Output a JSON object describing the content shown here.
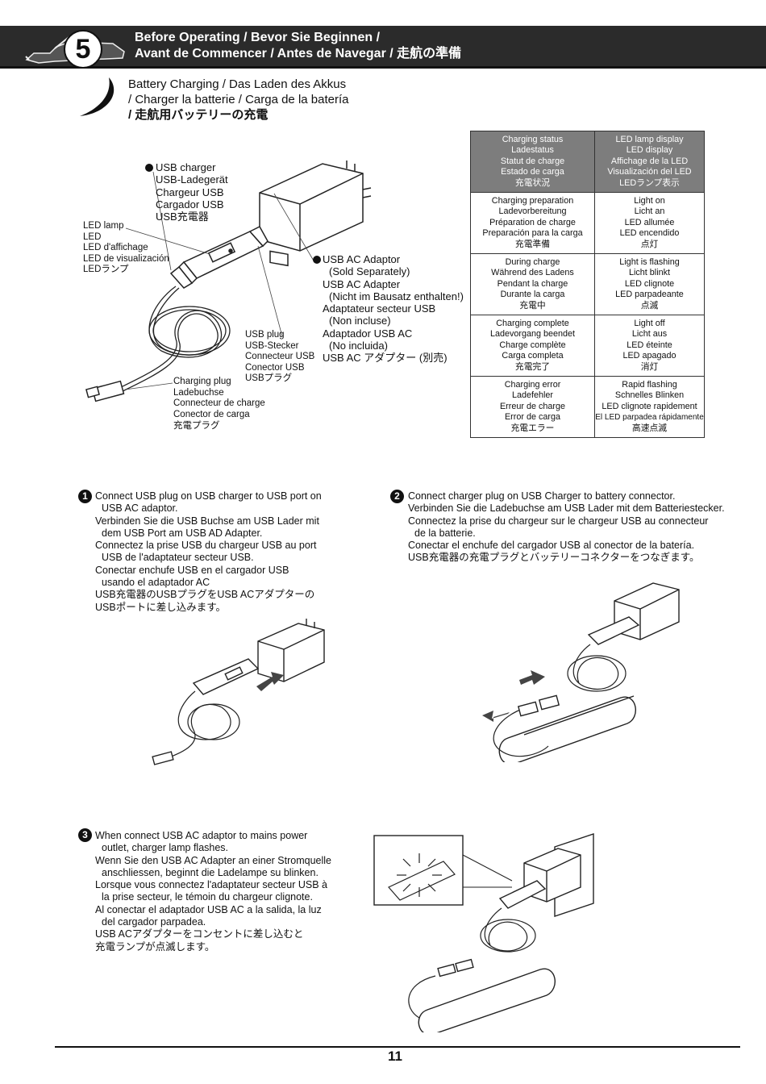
{
  "header": {
    "step_number": "5",
    "title_line1": "Before Operating / Bevor Sie Beginnen /",
    "title_line2": "Avant de Commencer / Antes de Navegar / 走航の準備"
  },
  "section": {
    "title_lines": [
      "Battery Charging / Das Laden des Akkus",
      "/ Charger la batterie / Carga de la batería",
      "/ 走航用バッテリーの充電"
    ]
  },
  "diagram_labels": {
    "usb_charger": [
      "USB charger",
      "USB-Ladegerät",
      "Chargeur USB",
      "Cargador USB",
      "USB充電器"
    ],
    "led_lamp": [
      "LED lamp",
      "LED",
      "LED d'affichage",
      "LED de visualización",
      "LEDランプ"
    ],
    "usb_ac_adaptor": [
      "USB AC Adaptor",
      "(Sold Separately)",
      "USB AC Adapter",
      "(Nicht im Bausatz enthalten!)",
      "Adaptateur secteur USB",
      "(Non incluse)",
      "Adaptador USB AC",
      "(No incluida)",
      "USB AC アダプター (別売)"
    ],
    "usb_plug": [
      "USB plug",
      "USB-Stecker",
      "Connecteur USB",
      "Conector USB",
      "USBプラグ"
    ],
    "charging_plug": [
      "Charging plug",
      "Ladebuchse",
      "Connecteur de charge",
      "Conector de carga",
      "充電プラグ"
    ]
  },
  "led_table": {
    "headers": [
      [
        "Charging status",
        "Ladestatus",
        "Statut de charge",
        "Estado de carga",
        "充電状況"
      ],
      [
        "LED lamp display",
        "LED display",
        "Affichage de la LED",
        "Visualización del LED",
        "LEDランプ表示"
      ]
    ],
    "rows": [
      {
        "status": [
          "Charging preparation",
          "Ladevorbereitung",
          "Préparation de charge",
          "Preparación para la carga",
          "充電準備"
        ],
        "led": [
          "Light on",
          "Licht an",
          "LED allumée",
          "LED encendido",
          "点灯"
        ]
      },
      {
        "status": [
          "During charge",
          "Während des Ladens",
          "Pendant la charge",
          "Durante la carga",
          "充電中"
        ],
        "led": [
          "Light is flashing",
          "Licht blinkt",
          "LED clignote",
          "LED parpadeante",
          "点滅"
        ]
      },
      {
        "status": [
          "Charging complete",
          "Ladevorgang beendet",
          "Charge complète",
          "Carga completa",
          "充電完了"
        ],
        "led": [
          "Light off",
          "Licht aus",
          "LED éteinte",
          "LED apagado",
          "消灯"
        ]
      },
      {
        "status": [
          "Charging error",
          "Ladefehler",
          "Erreur de charge",
          "Error de carga",
          "充電エラー"
        ],
        "led": [
          "Rapid flashing",
          "Schnelles Blinken",
          "LED clignote rapidement",
          "El LED parpadea rápidamente",
          "高速点滅"
        ]
      }
    ]
  },
  "steps": [
    {
      "num": "1",
      "lines": [
        "Connect USB plug on USB charger to USB port on",
        "USB AC adaptor.",
        "Verbinden Sie die USB Buchse am USB Lader mit",
        "dem USB Port am USB AD Adapter.",
        "Connectez la prise USB du chargeur USB au port",
        "USB de l'adaptateur secteur USB.",
        "Conectar enchufe USB en el cargador USB",
        "usando el adaptador AC",
        "USB充電器のUSBプラグをUSB ACアダプターの",
        "USBポートに差し込みます。"
      ]
    },
    {
      "num": "2",
      "lines": [
        "Connect charger plug on USB Charger to battery connector.",
        "Verbinden Sie die Ladebuchse am USB Lader mit dem Batteriestecker.",
        "Connectez la prise du chargeur sur le chargeur USB au connecteur",
        "de la batterie.",
        "Conectar el enchufe del cargador USB al conector de la batería.",
        "USB充電器の充電プラグとバッテリーコネクターをつなぎます。"
      ]
    },
    {
      "num": "3",
      "lines": [
        "When connect USB AC adaptor to mains power",
        "outlet, charger lamp flashes.",
        "Wenn Sie den USB AC Adapter an einer Stromquelle",
        "anschliessen, beginnt die Ladelampe su blinken.",
        "Lorsque vous connectez l'adaptateur secteur USB à",
        "la prise secteur, le témoin du chargeur clignote.",
        "Al conectar el adaptador USB AC a la salida, la luz",
        "del cargador parpadea.",
        "USB ACアダプターをコンセントに差し込むと",
        "充電ランプが点滅します。"
      ]
    }
  ],
  "page_number": "11"
}
